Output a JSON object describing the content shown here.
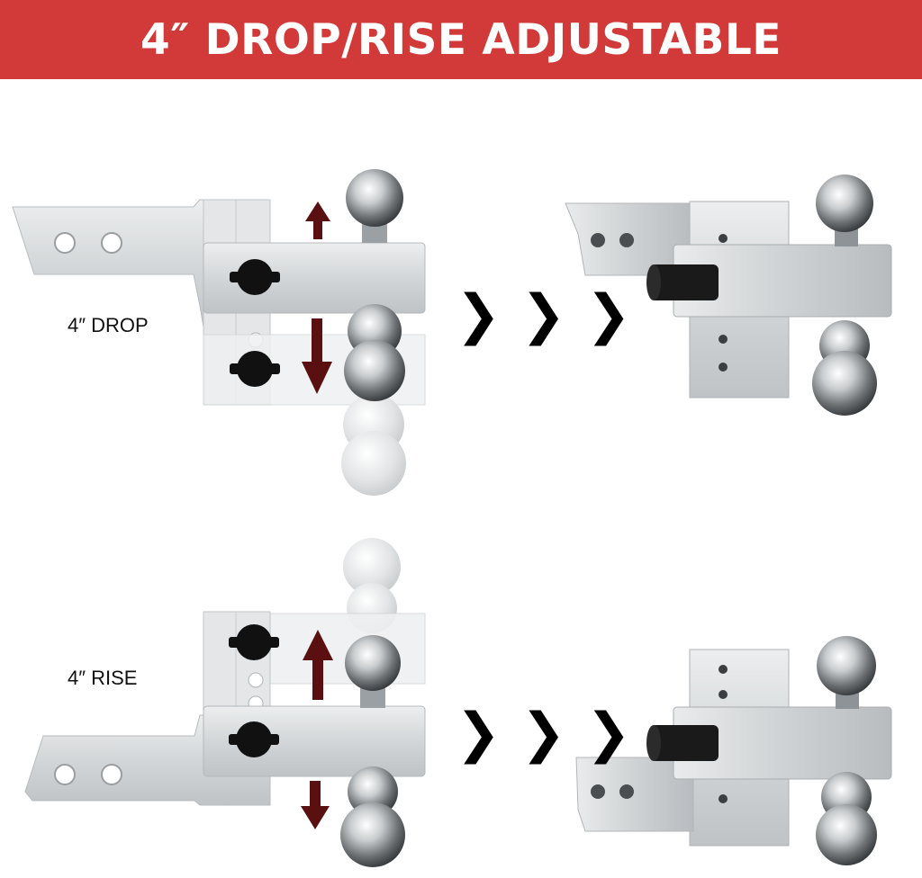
{
  "header": {
    "title": "4″ DROP/RISE ADJUSTABLE",
    "background": "#d13a38"
  },
  "labels": {
    "drop": "4″ DROP",
    "rise": "4″ RISE"
  },
  "chevrons": {
    "glyph": "❯"
  },
  "colors": {
    "arrow": "#5a1010",
    "aluminum": "#d7d9db",
    "knob": "#111111"
  }
}
